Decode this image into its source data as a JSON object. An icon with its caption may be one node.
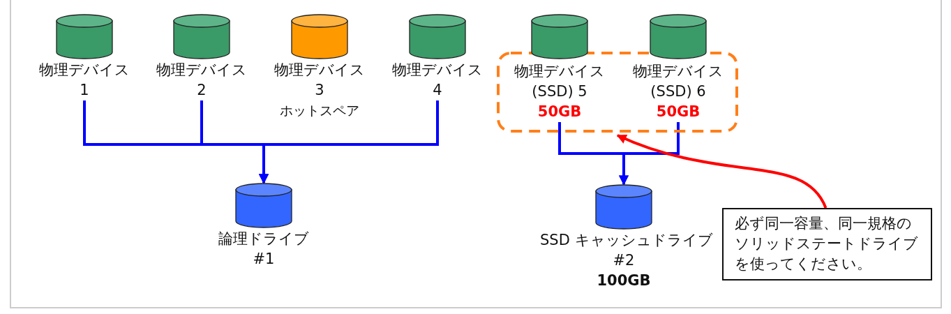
{
  "diagram": {
    "nodes": [
      {
        "text": [
          "物理デバイス",
          "1"
        ]
      },
      {
        "text": [
          "物理デバイス",
          "2"
        ]
      },
      {
        "text": [
          "物理デバイス",
          "3",
          "ホットスペア"
        ]
      },
      {
        "text": [
          "物理デバイス",
          "4"
        ]
      },
      {
        "text": [
          "物理デバイス",
          "(SSD) 5",
          "50GB"
        ],
        "in": 6
      },
      {
        "text": [
          "物理デバイス",
          "(SSD) 6",
          "50GB"
        ],
        "in": 6
      },
      {
        "text": [],
        "shape": "box"
      },
      {
        "text": [
          "論理ドライブ",
          "#1"
        ]
      },
      {
        "text": [
          "SSD キャッシュドライブ",
          "#2",
          "100GB"
        ]
      },
      {
        "text": [
          "必ず同一容量、同一規格のソリッドステートドライブを使ってください。"
        ]
      }
    ],
    "edges": [
      {
        "from": 0,
        "to": 7,
        "arrow": "to"
      },
      {
        "from": 1,
        "to": 7,
        "arrow": "to"
      },
      {
        "from": 3,
        "to": 7,
        "arrow": "to"
      },
      {
        "from": 4,
        "to": 8,
        "arrow": "to"
      },
      {
        "from": 5,
        "to": 8,
        "arrow": "to"
      },
      {
        "from": 9,
        "to": 6,
        "arrow": "to",
        "color": "#ff0000"
      }
    ]
  }
}
